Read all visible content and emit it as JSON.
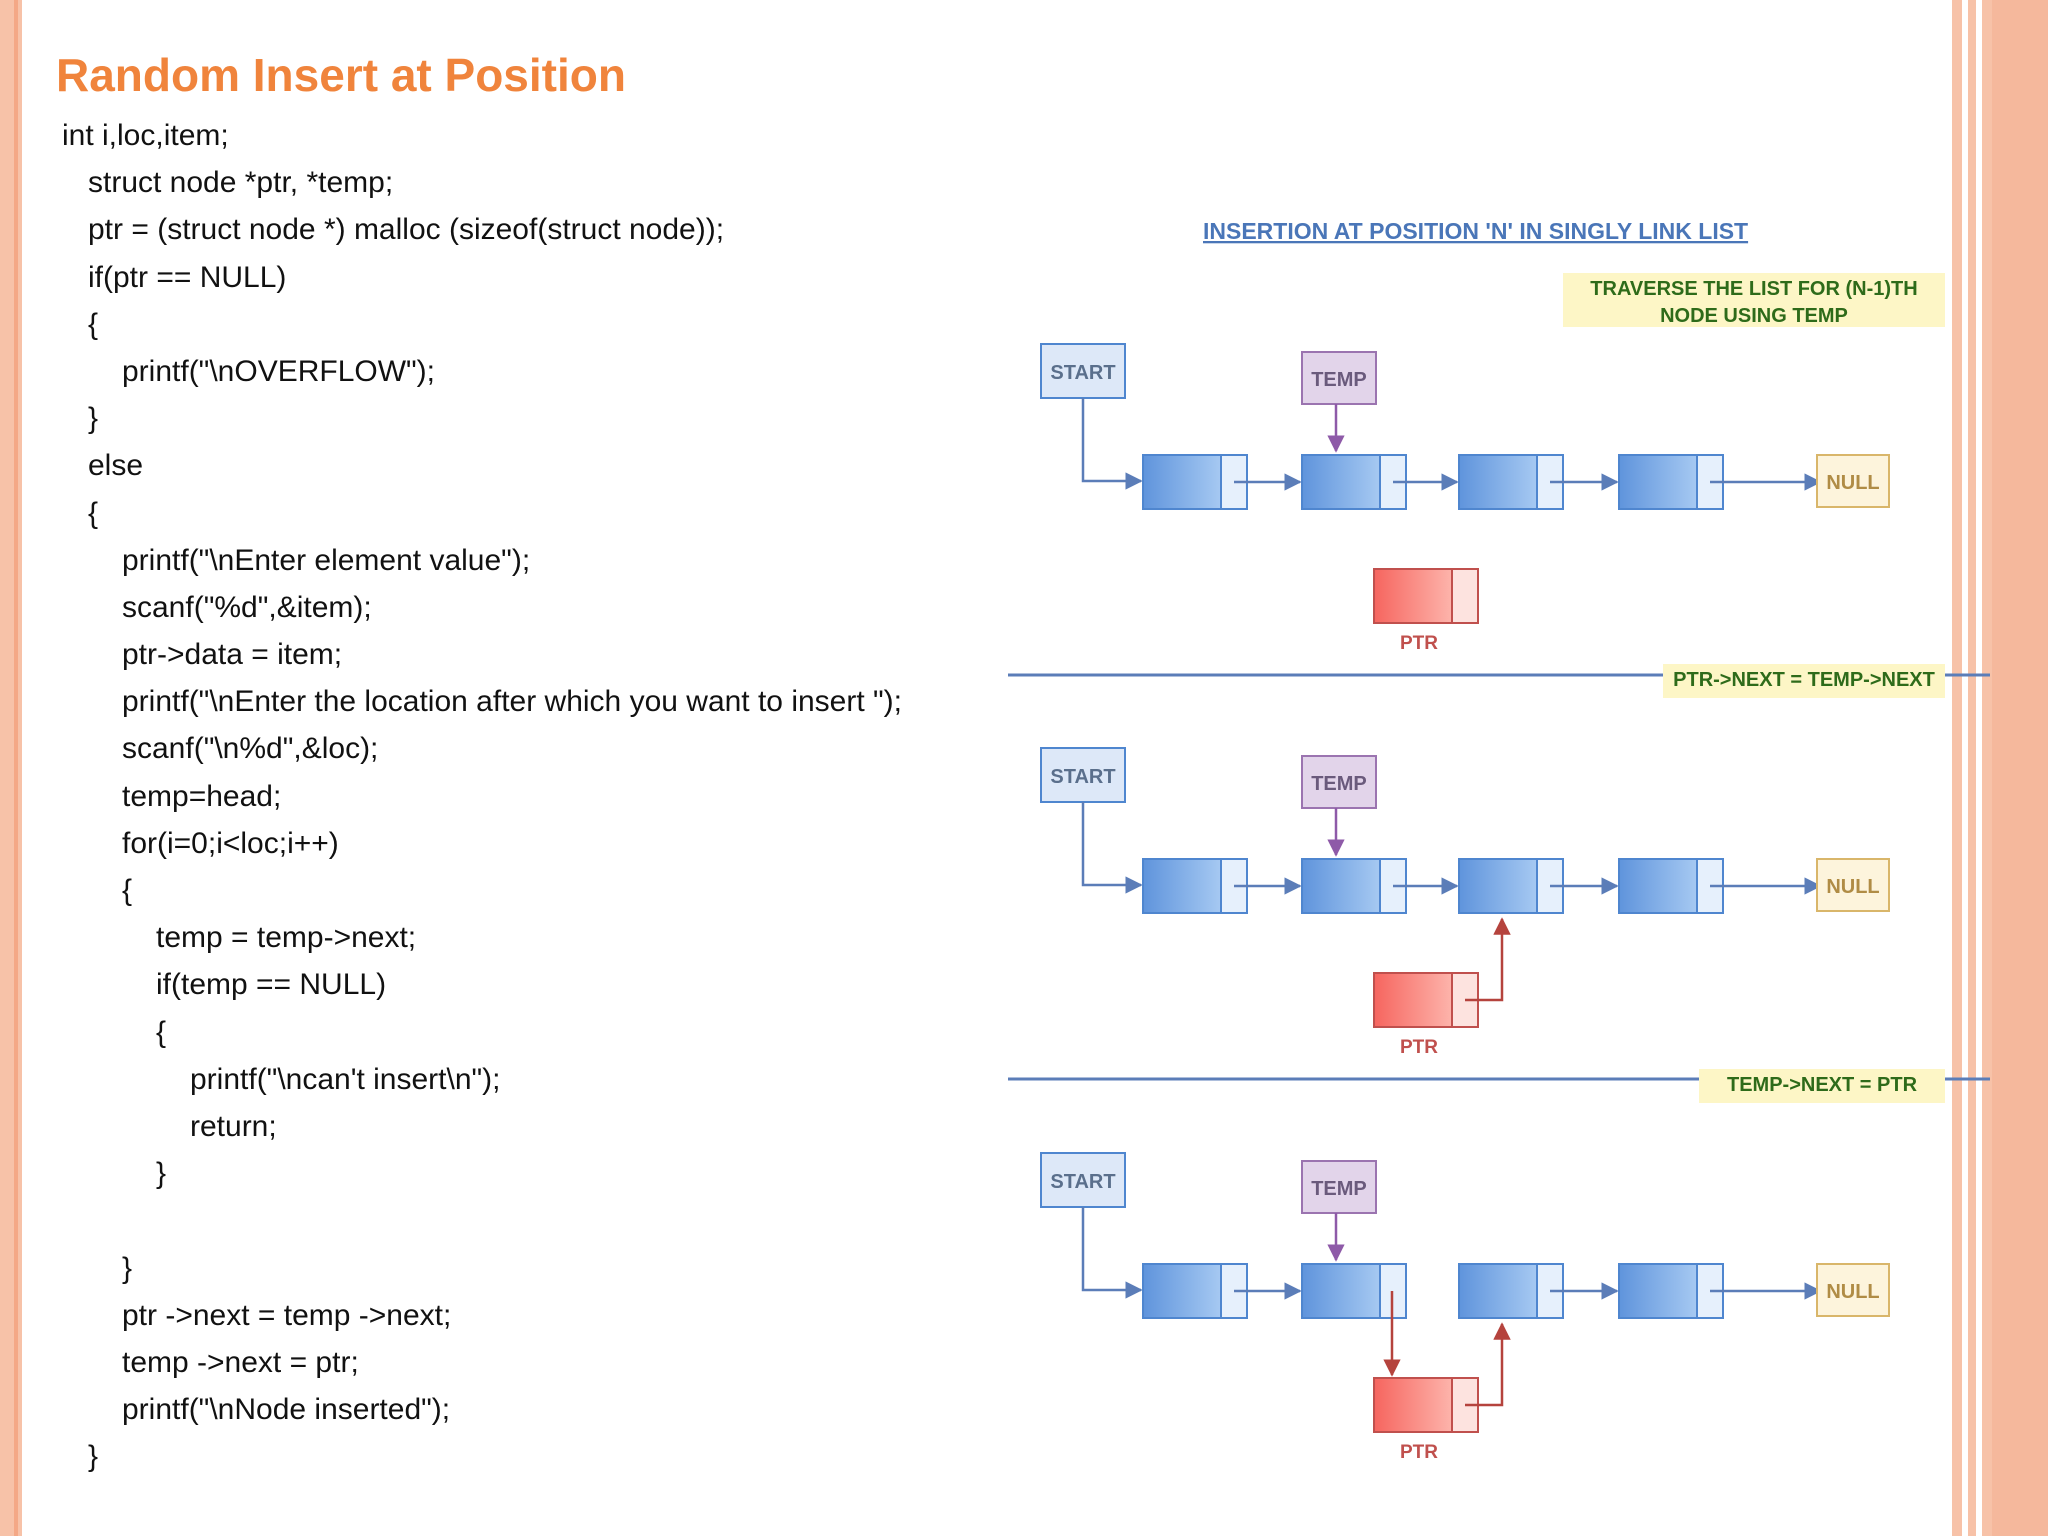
{
  "slide": {
    "title": "Random Insert at Position",
    "code_lines": [
      {
        "text": "int i,loc,item;",
        "indent": 0
      },
      {
        "text": "struct node *ptr, *temp;",
        "indent": 1
      },
      {
        "text": "ptr = (struct node *) malloc (sizeof(struct node));",
        "indent": 1
      },
      {
        "text": "if(ptr == NULL)",
        "indent": 1
      },
      {
        "text": "{",
        "indent": 1
      },
      {
        "text": "printf(\"\\nOVERFLOW\");",
        "indent": 2
      },
      {
        "text": "}",
        "indent": 1
      },
      {
        "text": "else",
        "indent": 1
      },
      {
        "text": "{",
        "indent": 1
      },
      {
        "text": "printf(\"\\nEnter element value\");",
        "indent": 2
      },
      {
        "text": "scanf(\"%d\",&item);",
        "indent": 2
      },
      {
        "text": "ptr->data = item;",
        "indent": 2
      },
      {
        "text": "printf(\"\\nEnter the location after which you want to insert \");",
        "indent": 2
      },
      {
        "text": "scanf(\"\\n%d\",&loc);",
        "indent": 2
      },
      {
        "text": "temp=head;",
        "indent": 2
      },
      {
        "text": "for(i=0;i<loc;i++)",
        "indent": 2
      },
      {
        "text": "{",
        "indent": 2
      },
      {
        "text": "temp = temp->next;",
        "indent": 3
      },
      {
        "text": "if(temp == NULL)",
        "indent": 3
      },
      {
        "text": "{",
        "indent": 3
      },
      {
        "text": "printf(\"\\ncan't insert\\n\");",
        "indent": 4
      },
      {
        "text": "return;",
        "indent": 4
      },
      {
        "text": "}",
        "indent": 3
      },
      {
        "text": "",
        "indent": 0
      },
      {
        "text": "}",
        "indent": 2
      },
      {
        "text": "ptr ->next = temp ->next;",
        "indent": 2
      },
      {
        "text": "temp ->next = ptr;",
        "indent": 2
      },
      {
        "text": "printf(\"\\nNode inserted\");",
        "indent": 2
      },
      {
        "text": "}",
        "indent": 1
      }
    ]
  },
  "diagram": {
    "title": "INSERTION AT POSITION 'N' IN SINGLY LINK LIST",
    "labels": {
      "start": "START",
      "temp": "TEMP",
      "null": "NULL",
      "ptr": "PTR"
    },
    "panels": [
      {
        "step": [
          "TRAVERSE THE LIST FOR (N-1)TH",
          "NODE USING TEMP"
        ],
        "mode": "traverse"
      },
      {
        "step": [
          "PTR->NEXT = TEMP->NEXT"
        ],
        "mode": "link-next"
      },
      {
        "step": [
          "TEMP->NEXT = PTR"
        ],
        "mode": "link-temp"
      }
    ],
    "colors": {
      "title": "#4a76b8",
      "step_bg": "#fdf6c6",
      "step_text": "#2e6b1a",
      "node_blue": "#7fb0ea",
      "node_blue_border": "#4f86cf",
      "start_bg": "#dde8f8",
      "temp_bg": "#e2d4ea",
      "temp_border": "#9b74b0",
      "null_bg": "#fdf4dc",
      "null_border": "#d9b66a",
      "ptr_node": "#f88a84",
      "ptr_text": "#c0504d",
      "separator": "#5b7db8"
    }
  }
}
